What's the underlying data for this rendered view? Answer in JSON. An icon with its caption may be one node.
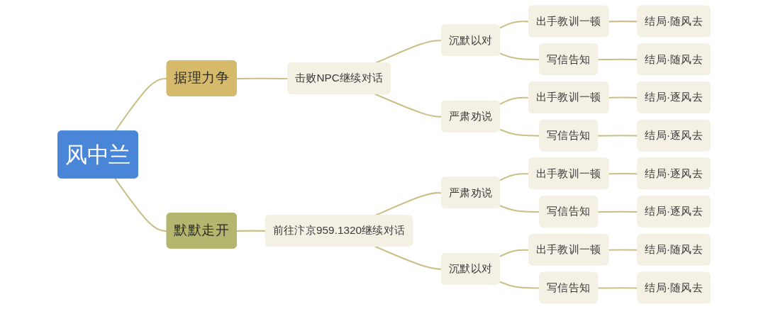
{
  "diagram": {
    "nodes": [
      {
        "text": [
          "风中兰"
        ]
      },
      {
        "text": [
          "据理力争"
        ]
      },
      {
        "text": [
          "击败NPC继续对话"
        ]
      },
      {
        "text": [
          "沉默以对"
        ]
      },
      {
        "text": [
          "出手教训一顿"
        ]
      },
      {
        "text": [
          "结局·随风去"
        ]
      },
      {
        "text": [
          "写信告知"
        ]
      },
      {
        "text": [
          "结局·随风去"
        ]
      },
      {
        "text": [
          "严肃劝说"
        ]
      },
      {
        "text": [
          "出手教训一顿"
        ]
      },
      {
        "text": [
          "结局·逐风去"
        ]
      },
      {
        "text": [
          "写信告知"
        ]
      },
      {
        "text": [
          "结局·逐风去"
        ]
      },
      {
        "text": [
          "默默走开"
        ]
      },
      {
        "text": [
          "前往汴京959.1320继续对话"
        ]
      },
      {
        "text": [
          "严肃劝说"
        ]
      },
      {
        "text": [
          "出手教训一顿"
        ]
      },
      {
        "text": [
          "结局·逐风去"
        ]
      },
      {
        "text": [
          "写信告知"
        ]
      },
      {
        "text": [
          "结局·逐风去"
        ]
      },
      {
        "text": [
          "沉默以对"
        ]
      },
      {
        "text": [
          "出手教训一顿"
        ]
      },
      {
        "text": [
          "结局·随风去"
        ]
      },
      {
        "text": [
          "写信告知"
        ]
      },
      {
        "text": [
          "结局·随风去"
        ]
      }
    ],
    "edges": [
      {
        "from": 0,
        "to": 1,
        "arrow": "none"
      },
      {
        "from": 1,
        "to": 2,
        "arrow": "none"
      },
      {
        "from": 2,
        "to": 3,
        "arrow": "none"
      },
      {
        "from": 3,
        "to": 4,
        "arrow": "none"
      },
      {
        "from": 4,
        "to": 5,
        "arrow": "none"
      },
      {
        "from": 3,
        "to": 6,
        "arrow": "none"
      },
      {
        "from": 6,
        "to": 7,
        "arrow": "none"
      },
      {
        "from": 2,
        "to": 8,
        "arrow": "none"
      },
      {
        "from": 8,
        "to": 9,
        "arrow": "none"
      },
      {
        "from": 9,
        "to": 10,
        "arrow": "none"
      },
      {
        "from": 8,
        "to": 11,
        "arrow": "none"
      },
      {
        "from": 11,
        "to": 12,
        "arrow": "none"
      },
      {
        "from": 0,
        "to": 13,
        "arrow": "none"
      },
      {
        "from": 13,
        "to": 14,
        "arrow": "none"
      },
      {
        "from": 14,
        "to": 15,
        "arrow": "none"
      },
      {
        "from": 15,
        "to": 16,
        "arrow": "none"
      },
      {
        "from": 16,
        "to": 17,
        "arrow": "none"
      },
      {
        "from": 15,
        "to": 18,
        "arrow": "none"
      },
      {
        "from": 18,
        "to": 19,
        "arrow": "none"
      },
      {
        "from": 14,
        "to": 20,
        "arrow": "none"
      },
      {
        "from": 20,
        "to": 21,
        "arrow": "none"
      },
      {
        "from": 21,
        "to": 22,
        "arrow": "none"
      },
      {
        "from": 20,
        "to": 23,
        "arrow": "none"
      },
      {
        "from": 23,
        "to": 24,
        "arrow": "none"
      }
    ]
  }
}
